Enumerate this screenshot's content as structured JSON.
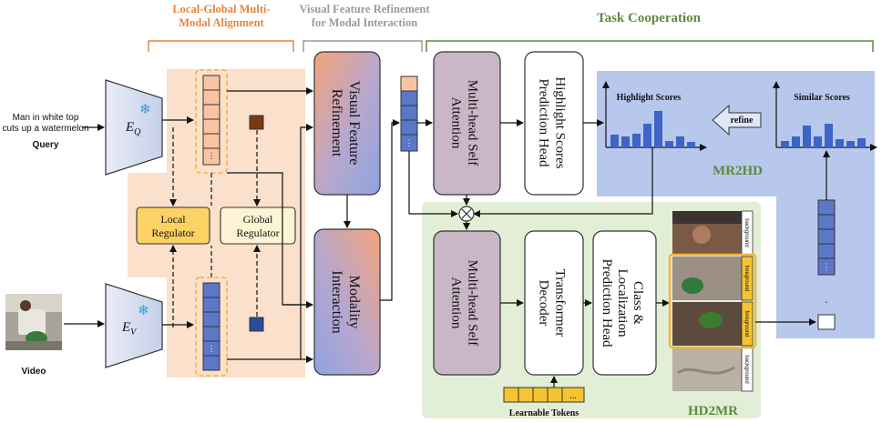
{
  "sections": {
    "alignment": "Local-Global Multi-\nModal Alignment",
    "refinement": "Visual Feature Refinement\nfor Modal Interaction",
    "cooperation": "Task Cooperation"
  },
  "inputs": {
    "query_text": "Man in white top\ncuts up a watermelon",
    "query_label": "Query",
    "video_label": "Video"
  },
  "encoders": {
    "query": "E",
    "query_sub": "Q",
    "video": "E",
    "video_sub": "V"
  },
  "regulators": {
    "local": "Local\nRegulator",
    "global": "Global\nRegulator"
  },
  "blocks": {
    "vfr": "Visual Feature\nRefinement",
    "modality": "Modality\nInteraction",
    "mhsa_top": "Multi-head Self\nAttention",
    "highlight_head": "Highlight Scores\nPrediction Head",
    "mhsa_bottom": "Multi-head Self\nAttention",
    "decoder": "Transformer\nDecoder",
    "cls_head": "Class &\nLocalization\nPrediction Head"
  },
  "scores": {
    "highlight_title": "Highlight Scores",
    "similar_title": "Similar Scores",
    "refine": "refine"
  },
  "modules": {
    "mr2hd": "MR2HD",
    "hd2mr": "HD2MR"
  },
  "frames": {
    "labels": [
      "background",
      "foreground",
      "foreground",
      "background"
    ]
  },
  "tokens": {
    "label": "Learnable Tokens",
    "dots": "..."
  },
  "colors": {
    "orange_title": "#e8843c",
    "gray_title": "#9a9a9a",
    "green_title": "#5b8c3a",
    "peach_bg": "#fbe0cc",
    "blue_panel": "#b8c8ec",
    "green_panel": "#e2efd6",
    "purple_block": "#c9b6c6",
    "feature_orange": "#f9c5a0",
    "feature_blue": "#5b78c8"
  }
}
